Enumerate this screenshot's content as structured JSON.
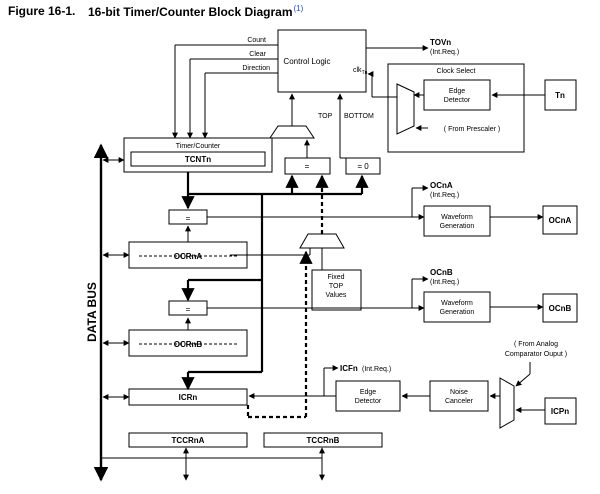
{
  "figure": {
    "number": "Figure 16-1.",
    "title": "16-bit Timer/Counter Block Diagram",
    "note_ref": "(1)"
  },
  "diagram": {
    "control_logic": "Control Logic",
    "control_inputs": {
      "count": "Count",
      "clear": "Clear",
      "direction": "Direction"
    },
    "clk_label": "clk",
    "clk_sub": "Tn",
    "tov": {
      "name": "TOVn",
      "note": "(Int.Req.)"
    },
    "clock_select": {
      "title": "Clock Select",
      "edge_detector_line1": "Edge",
      "edge_detector_line2": "Detector",
      "prescaler": "( From Prescaler )"
    },
    "tn_pin": "Tn",
    "top_label": "TOP",
    "bottom_label": "BOTTOM",
    "timer_counter": {
      "title": "Timer/Counter",
      "register": "TCNTn"
    },
    "equal_sign": "=",
    "equal_zero": "= 0",
    "ocra_flag": {
      "name": "OCnA",
      "note": "(Int.Req.)"
    },
    "ocrb_flag": {
      "name": "OCnB",
      "note": "(Int.Req.)"
    },
    "waveform_line1": "Waveform",
    "waveform_line2": "Generation",
    "out_a": "OCnA",
    "out_b": "OCnB",
    "ocra_register": "OCRnA",
    "ocrb_register": "OCRnB",
    "fixed_top": {
      "line1": "Fixed",
      "line2": "TOP",
      "line3": "Values"
    },
    "data_bus": "DATA BUS",
    "icf": {
      "name": "ICFn",
      "note": "(Int.Req.)"
    },
    "icr_register": "ICRn",
    "icp_edge_line1": "Edge",
    "icp_edge_line2": "Detector",
    "noise_line1": "Noise",
    "noise_line2": "Canceler",
    "analog_line1": "( From Analog",
    "analog_line2": "Comparator Ouput )",
    "icp_pin": "ICPn",
    "tccra": "TCCRnA",
    "tccrb": "TCCRnB"
  }
}
